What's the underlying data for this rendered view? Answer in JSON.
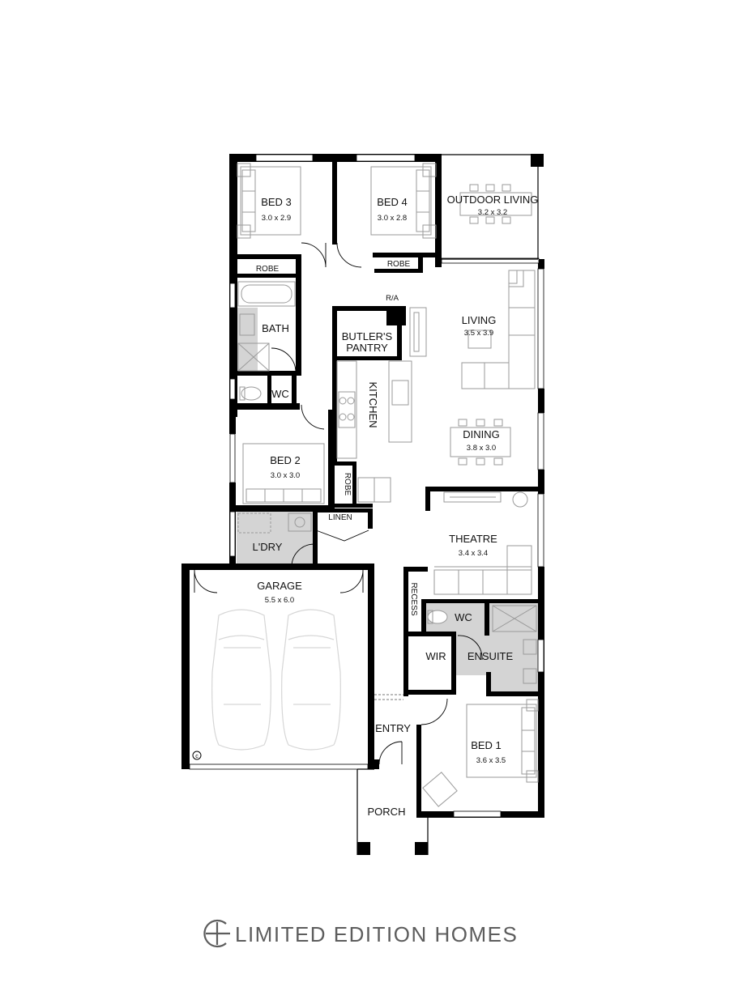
{
  "rooms": {
    "bed3": {
      "name": "BED 3",
      "size": "3.0 x 2.9"
    },
    "bed4": {
      "name": "BED 4",
      "size": "3.0 x 2.8"
    },
    "outdoor": {
      "name": "OUTDOOR LIVING",
      "size": "3.2 x 3.2"
    },
    "robe3": {
      "name": "ROBE"
    },
    "robe4": {
      "name": "ROBE"
    },
    "ra": {
      "name": "R/A"
    },
    "bath": {
      "name": "BATH"
    },
    "butler1": {
      "name": "BUTLER'S"
    },
    "butler2": {
      "name": "PANTRY"
    },
    "living": {
      "name": "LIVING",
      "size": "3.5 x 3.9"
    },
    "wc1": {
      "name": "WC"
    },
    "kitchen": {
      "name": "KITCHEN"
    },
    "dining": {
      "name": "DINING",
      "size": "3.8 x 3.0"
    },
    "bed2": {
      "name": "BED 2",
      "size": "3.0 x 3.0"
    },
    "robe2": {
      "name": "ROBE"
    },
    "linen": {
      "name": "LINEN"
    },
    "ldry": {
      "name": "L'DRY"
    },
    "theatre": {
      "name": "THEATRE",
      "size": "3.4 x 3.4"
    },
    "garage": {
      "name": "GARAGE",
      "size": "5.5 x 6.0"
    },
    "recess": {
      "name": "RECESS"
    },
    "wc2": {
      "name": "WC"
    },
    "wir": {
      "name": "WIR"
    },
    "ensuite": {
      "name": "ENSUITE"
    },
    "entry": {
      "name": "ENTRY"
    },
    "bed1": {
      "name": "BED 1",
      "size": "3.6 x 3.5"
    },
    "porch": {
      "name": "PORCH"
    }
  },
  "copyright_mark": "c",
  "brand": {
    "name": "LIMITED EDITION HOMES",
    "logo": "circle-plus-logo"
  }
}
